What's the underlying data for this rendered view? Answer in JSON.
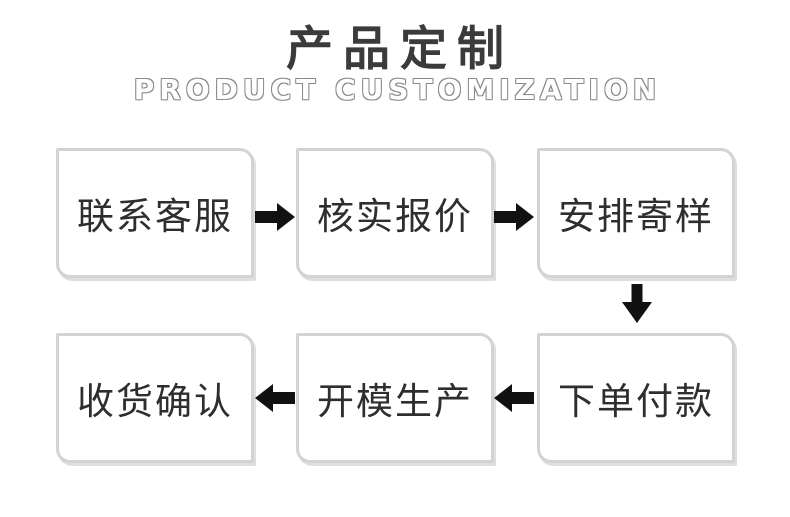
{
  "header": {
    "title": "产品定制",
    "subtitle": "PRODUCT CUSTOMIZATION"
  },
  "flow": {
    "steps": [
      {
        "order": 1,
        "label": "联系客服"
      },
      {
        "order": 2,
        "label": "核实报价"
      },
      {
        "order": 3,
        "label": "安排寄样"
      },
      {
        "order": 4,
        "label": "下单付款"
      },
      {
        "order": 5,
        "label": "开模生产"
      },
      {
        "order": 6,
        "label": "收货确认"
      }
    ],
    "arrows": [
      {
        "from": 1,
        "to": 2,
        "direction": "right"
      },
      {
        "from": 2,
        "to": 3,
        "direction": "right"
      },
      {
        "from": 3,
        "to": 4,
        "direction": "down"
      },
      {
        "from": 4,
        "to": 5,
        "direction": "left"
      },
      {
        "from": 5,
        "to": 6,
        "direction": "left"
      }
    ]
  },
  "colors": {
    "bg": "#ffffff",
    "title-color": "#3b3b3b",
    "subtitle-color": "#8a8a8a",
    "box-border": "#d3d3d3",
    "box-shadow": "#dedede",
    "step-text": "#2e2e2e",
    "arrow": "#111111"
  }
}
